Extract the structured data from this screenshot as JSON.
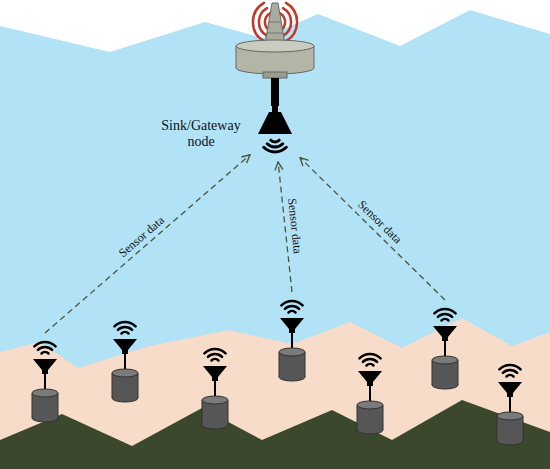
{
  "diagram": {
    "nodes": [
      {
        "text": [
          "Sink/Gateway node"
        ]
      },
      {
        "text": []
      },
      {
        "text": []
      },
      {
        "text": []
      }
    ],
    "edges": [
      {
        "from": 1,
        "to": 0,
        "label": "Sensor data",
        "arrow": "to"
      },
      {
        "from": 2,
        "to": 0,
        "label": "Sensor data",
        "arrow": "to"
      },
      {
        "from": 3,
        "to": 0,
        "label": "Sensor data",
        "arrow": "to"
      }
    ]
  }
}
